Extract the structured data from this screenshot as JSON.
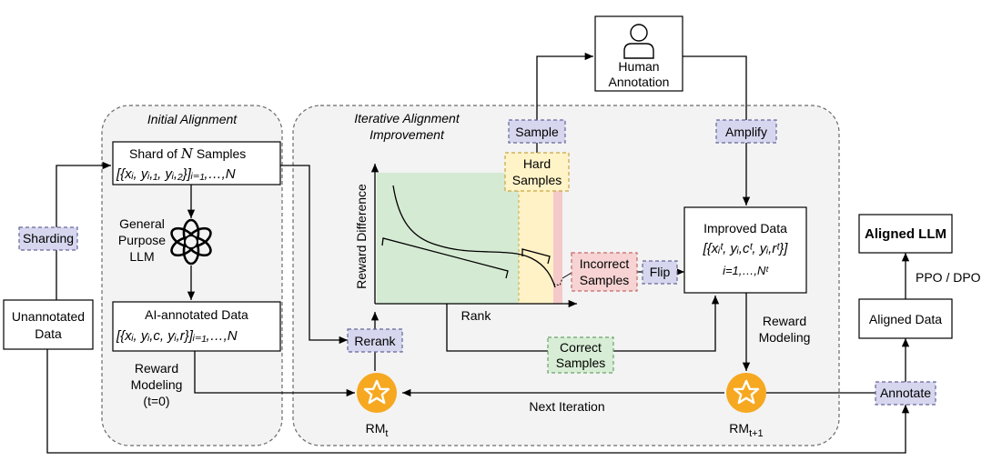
{
  "regions": {
    "initial_alignment": "Initial Alignment",
    "iterative_line1": "Iterative Alignment",
    "iterative_line2": "Improvement"
  },
  "nodes": {
    "unannotated_line1": "Unannotated",
    "unannotated_line2": "Data",
    "shard_prefix": "Shard of ",
    "shard_n": "N",
    "shard_suffix": " Samples",
    "shard_formula": "[{xᵢ, yᵢ,₁, yᵢ,₂}]ᵢ₌₁,…,N",
    "llm_line1": "General",
    "llm_line2": "Purpose",
    "llm_line3": "LLM",
    "ai_annotated": "AI-annotated Data",
    "ai_formula": "[{xᵢ, yᵢ,c, yᵢ,r}]ᵢ₌₁,…,N",
    "human_line1": "Human",
    "human_line2": "Annotation",
    "improved": "Improved Data",
    "improved_formula": "[{xᵢᵗ, yᵢ,cᵗ, yᵢ,rᵗ}]",
    "improved_sub": "i=1,…,Nᵗ",
    "aligned_data": "Aligned Data",
    "aligned_llm": "Aligned LLM",
    "rm_t": "RMt",
    "rm_t1": "RMt+1"
  },
  "tags": {
    "sharding": "Sharding",
    "sample": "Sample",
    "amplify": "Amplify",
    "rerank": "Rerank",
    "flip": "Flip",
    "annotate": "Annotate",
    "hard_line1": "Hard",
    "hard_line2": "Samples",
    "incorrect_line1": "Incorrect",
    "incorrect_line2": "Samples",
    "correct_line1": "Correct",
    "correct_line2": "Samples"
  },
  "edge_labels": {
    "reward_modeling_line1": "Reward",
    "reward_modeling_line2": "Modeling",
    "reward_modeling_line3": "(t=0)",
    "reward_modeling2_line1": "Reward",
    "reward_modeling2_line2": "Modeling",
    "next_iteration": "Next Iteration",
    "ppo_dpo": "PPO / DPO"
  },
  "plot": {
    "ylabel": "Reward Difference",
    "xlabel": "Rank"
  },
  "colors": {
    "green_region": "#d5ead3",
    "yellow_region": "#fff2c6",
    "red_region": "#f5c9c9",
    "star": "#f6a821",
    "tag_purple": "#d6d6ee"
  }
}
